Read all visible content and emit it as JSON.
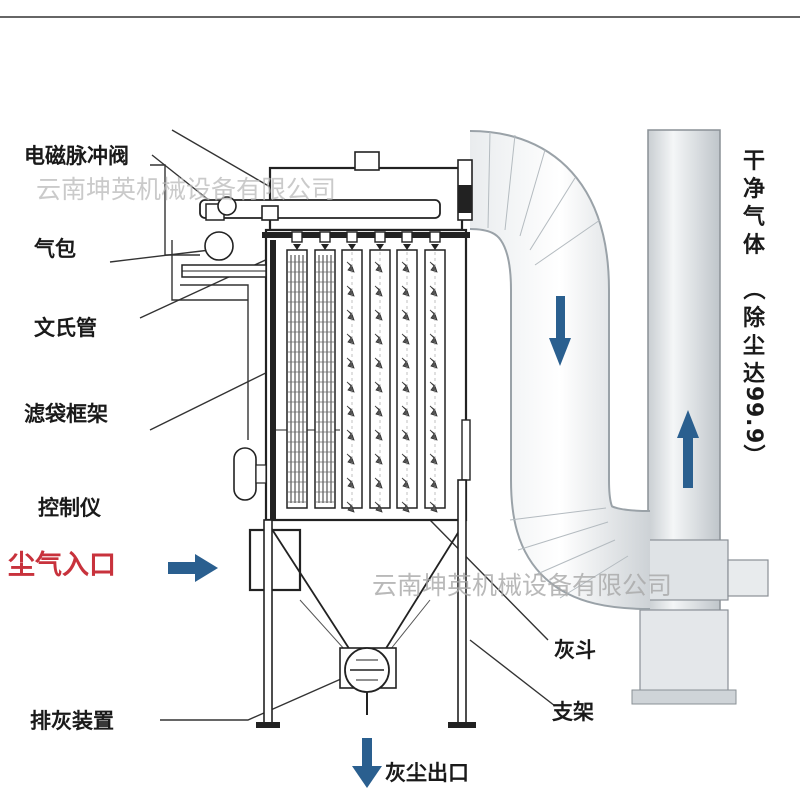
{
  "labels": {
    "pulse_valve": "电磁脉冲阀",
    "air_bag": "气包",
    "venturi": "文氏管",
    "bag_cage": "滤袋框架",
    "controller": "控制仪",
    "dust_inlet": "尘气入口",
    "ash_discharge": "排灰装置",
    "ash_hopper": "灰斗",
    "support": "支架",
    "dust_outlet": "灰尘出口"
  },
  "clean_gas": {
    "line1": [
      "干",
      "净",
      "气",
      "体"
    ],
    "line2": [
      "（",
      "除",
      "尘",
      "达",
      "9",
      "9",
      ".",
      "9",
      "）"
    ]
  },
  "watermark": {
    "text": "云南坤英机械设备有限公司"
  },
  "colors": {
    "arrow_blue": "#2a5f8f",
    "inlet_red": "#c8323c",
    "duct_grey": "#d9dde0"
  }
}
